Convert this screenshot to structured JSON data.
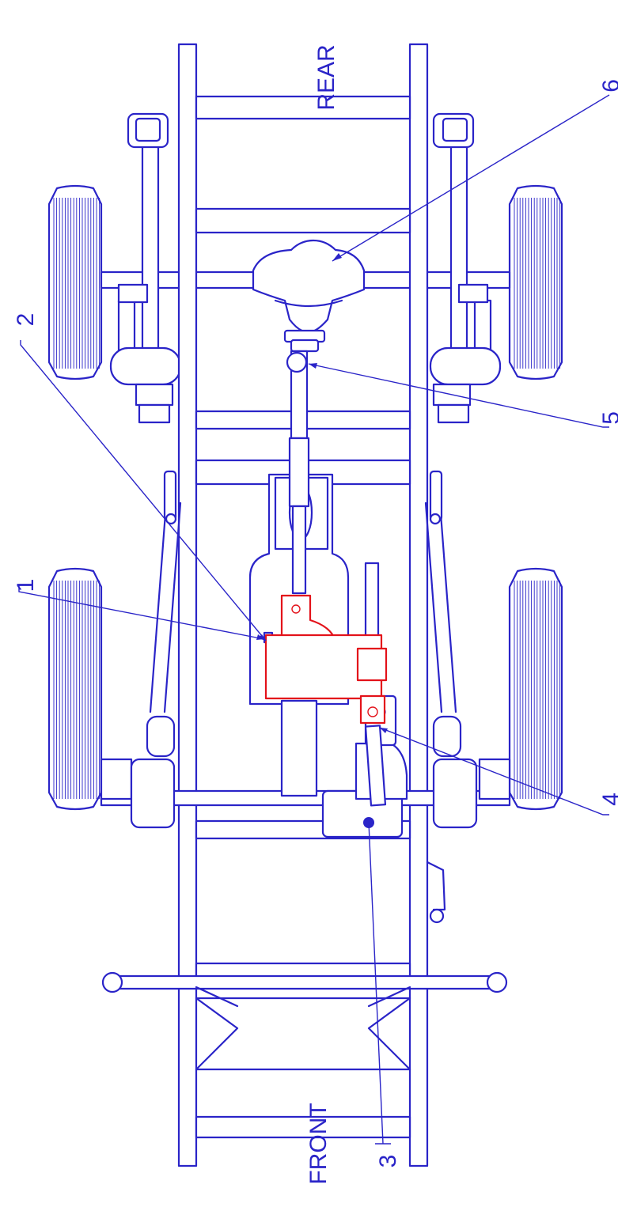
{
  "labels": {
    "rear": "REAR",
    "front": "FRONT",
    "callouts": [
      "1",
      "2",
      "3",
      "4",
      "5",
      "6"
    ]
  },
  "colors": {
    "line": "#2a24c8",
    "highlight": "#e3121a",
    "background": "#ffffff"
  },
  "highlighted_part": "2"
}
